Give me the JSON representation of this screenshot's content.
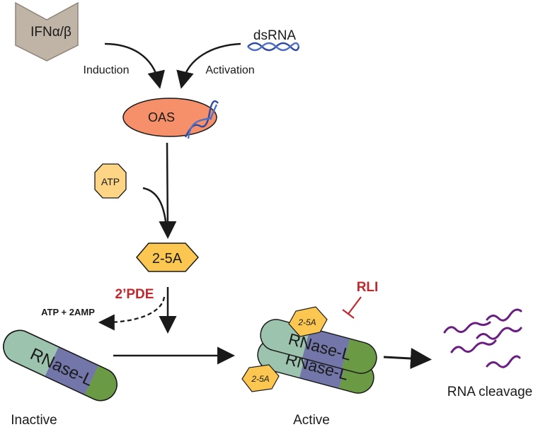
{
  "nodes": {
    "ifn": "IFNα/β",
    "dsrna": "dsRNA",
    "oas": "OAS",
    "atp": "ATP",
    "two_5a": "2-5A",
    "rnase_l": "RNase-L",
    "rna_cleavage": "RNA cleavage"
  },
  "edges": {
    "induction": "Induction",
    "activation": "Activation",
    "pde": "2’PDE",
    "atp_amp": "ATP + 2AMP",
    "rli": "RLI"
  },
  "states": {
    "inactive": "Inactive",
    "active": "Active"
  },
  "colors": {
    "ifn_shape": "#bfb4a6",
    "oas_fill": "#f6906a",
    "hex_fill": "#fbc751",
    "atp_fill": "#fdd585",
    "rnase_body": "#9cc3ae",
    "rnase_middle": "#7276a8",
    "rnase_end": "#6a9a44",
    "dsrna_strand": "#2e4aa0",
    "cleaved_rna": "#6a1e82",
    "inhibitor": "#c0282e"
  }
}
